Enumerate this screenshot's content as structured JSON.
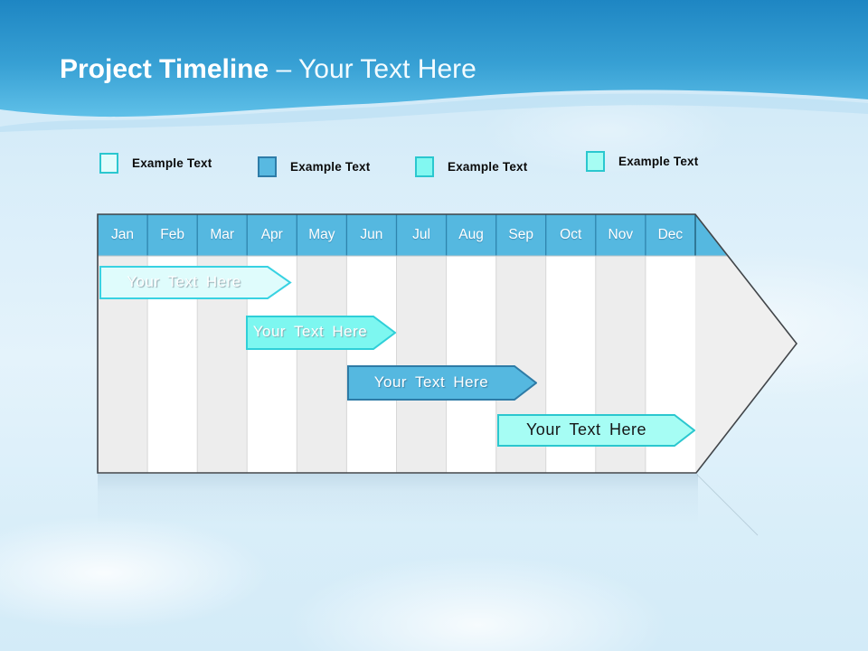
{
  "slide": {
    "title_bold": "Project Timeline",
    "title_sep": " – ",
    "title_rest": "Your Text Here"
  },
  "legend": {
    "items": [
      {
        "label": "Example Text",
        "fill": "#e0fcfc",
        "border": "#2bc7cf"
      },
      {
        "label": "Example Text",
        "fill": "#58b9e1",
        "border": "#2e7ca8"
      },
      {
        "label": "Example Text",
        "fill": "#82f8f1",
        "border": "#2bc7cf"
      },
      {
        "label": "Example Text",
        "fill": "#a6fdf3",
        "border": "#2bc7cf"
      }
    ]
  },
  "timeline": {
    "months": [
      "Jan",
      "Feb",
      "Mar",
      "Apr",
      "May",
      "Jun",
      "Jul",
      "Aug",
      "Sep",
      "Oct",
      "Nov",
      "Dec"
    ],
    "header_color": "#55b8e0",
    "bars": [
      {
        "label": "Your Text Here",
        "start": "Jan",
        "end": "Apr",
        "fill": "#dffcfc",
        "border": "#38d2e2",
        "text_color": "#ffffff"
      },
      {
        "label": "Your Text Here",
        "start": "Apr",
        "end": "Jun",
        "fill": "#7df7f0",
        "border": "#2fcfd8",
        "text_color": "#ffffff"
      },
      {
        "label": "Your Text Here",
        "start": "Jun",
        "end": "Sep",
        "fill": "#55b8e0",
        "border": "#2e7ba6",
        "text_color": "#ffffff"
      },
      {
        "label": "Your Text Here",
        "start": "Sep",
        "end": "Dec",
        "fill": "#a6fdf4",
        "border": "#2bc7cf",
        "text_color": "#161616"
      }
    ]
  }
}
